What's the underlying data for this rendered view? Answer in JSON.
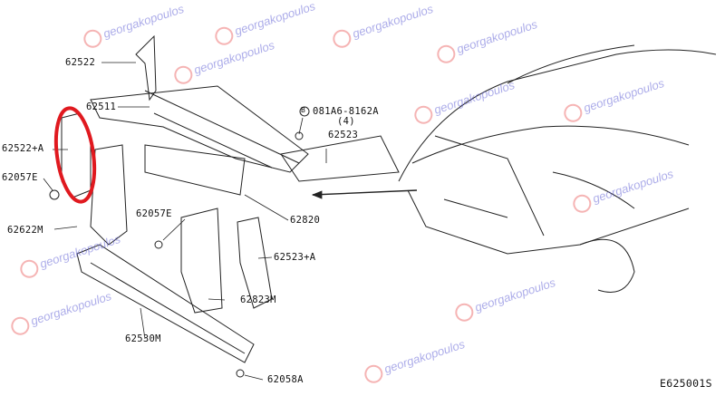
{
  "diagram": {
    "watermark": "georgakopoulos",
    "diagram_code": "E625001S",
    "highlight_color": "#e0191f",
    "labels": {
      "p62522": "62522",
      "p62511": "62511",
      "p62522a": "62522+A",
      "p62057e_left": "62057E",
      "p62622m": "62622M",
      "p62057e_mid": "62057E",
      "p62820": "62820",
      "bolt_code": "081A6-8162A",
      "bolt_marker": "B",
      "bolt_qty": "(4)",
      "p62523": "62523",
      "p62523a": "62523+A",
      "p62823m": "62823M",
      "p62530m": "62530M",
      "p62058a": "62058A"
    }
  }
}
